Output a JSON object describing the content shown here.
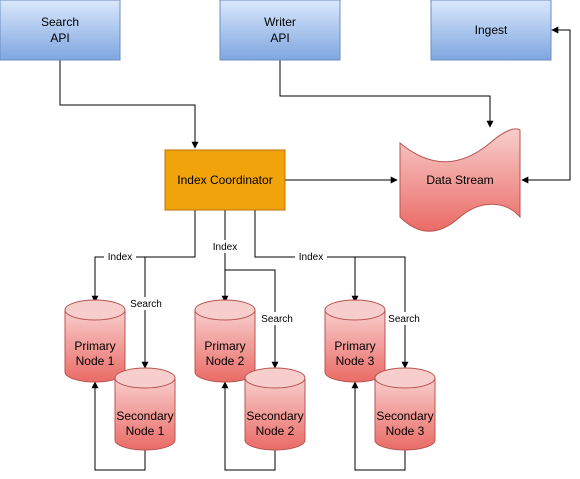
{
  "nodes": {
    "search_api": {
      "line1": "Search",
      "line2": "API"
    },
    "writer_api": {
      "line1": "Writer",
      "line2": "API"
    },
    "ingest": {
      "label": "Ingest"
    },
    "index_coordinator": {
      "label": "Index Coordinator"
    },
    "data_stream": {
      "label": "Data Stream"
    },
    "primary_1": {
      "line1": "Primary",
      "line2": "Node 1"
    },
    "secondary_1": {
      "line1": "Secondary",
      "line2": "Node 1"
    },
    "primary_2": {
      "line1": "Primary",
      "line2": "Node 2"
    },
    "secondary_2": {
      "line1": "Secondary",
      "line2": "Node 2"
    },
    "primary_3": {
      "line1": "Primary",
      "line2": "Node 3"
    },
    "secondary_3": {
      "line1": "Secondary",
      "line2": "Node 3"
    }
  },
  "edges": {
    "index_1": "Index",
    "index_2": "Index",
    "index_3": "Index",
    "search_1": "Search",
    "search_2": "Search",
    "search_3": "Search"
  },
  "colors": {
    "api_fill": "#dae8fc",
    "api_stroke": "#6c8ebf",
    "coordinator_fill": "#f0a30a",
    "coordinator_stroke": "#bd7000",
    "storage_fill": "#f8cecc",
    "storage_stroke": "#b85450"
  }
}
